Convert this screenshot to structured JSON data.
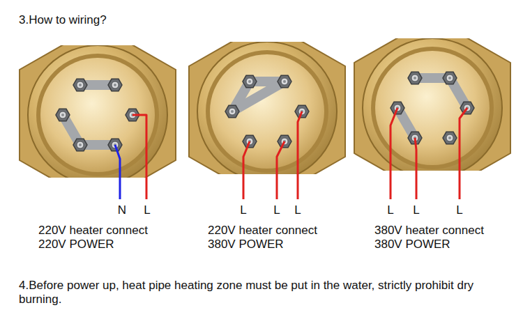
{
  "diagram": {
    "title": "3.How to wiring?",
    "labels": [
      "N",
      "L",
      "L",
      "L",
      "L",
      "L",
      "L",
      "L",
      "220V heater connect",
      "220V POWER",
      "220V heater connect",
      "380V POWER",
      "380V heater connect",
      "380V POWER",
      "4.Before power up, heat pipe heating zone must be put in the water, strictly prohibit dry burning."
    ]
  }
}
